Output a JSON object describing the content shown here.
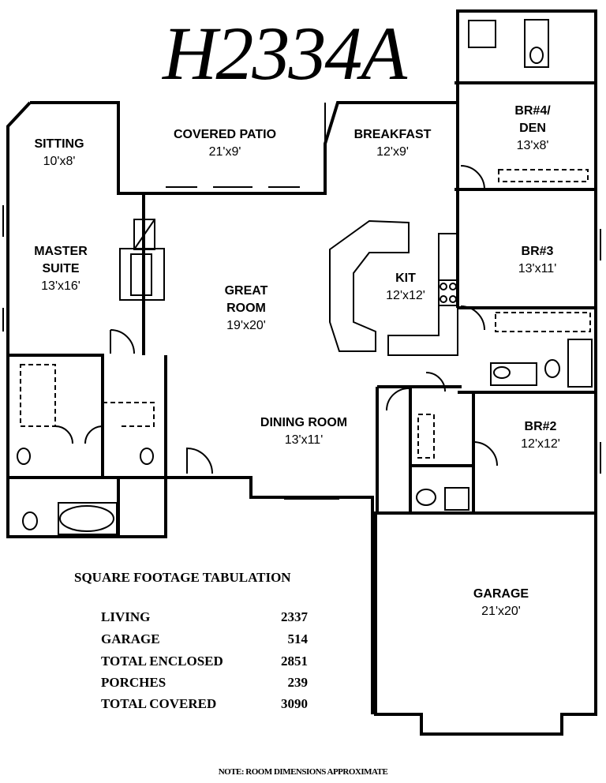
{
  "plan_title": "H2334A",
  "rooms": {
    "sitting": {
      "name": "SITTING",
      "dim": "10'x8'"
    },
    "covered_patio": {
      "name": "COVERED PATIO",
      "dim": "21'x9'"
    },
    "breakfast": {
      "name": "BREAKFAST",
      "dim": "12'x9'"
    },
    "br4": {
      "name": "BR#4/",
      "name2": "DEN",
      "dim": "13'x8'"
    },
    "master": {
      "name": "MASTER",
      "name2": "SUITE",
      "dim": "13'x16'"
    },
    "great": {
      "name": "GREAT",
      "name2": "ROOM",
      "dim": "19'x20'"
    },
    "kit": {
      "name": "KIT",
      "dim": "12'x12'"
    },
    "br3": {
      "name": "BR#3",
      "dim": "13'x11'"
    },
    "dining": {
      "name": "DINING ROOM",
      "dim": "13'x11'"
    },
    "br2": {
      "name": "BR#2",
      "dim": "12'x12'"
    },
    "garage": {
      "name": "GARAGE",
      "dim": "21'x20'"
    }
  },
  "tabulation": {
    "heading": "SQUARE FOOTAGE TABULATION",
    "rows": [
      {
        "label": "LIVING",
        "value": "2337"
      },
      {
        "label": "GARAGE",
        "value": "514"
      },
      {
        "label": "TOTAL ENCLOSED",
        "value": "2851"
      },
      {
        "label": "PORCHES",
        "value": "239"
      },
      {
        "label": "TOTAL COVERED",
        "value": "3090"
      }
    ]
  },
  "note": "NOTE: ROOM DIMENSIONS APPROXIMATE"
}
